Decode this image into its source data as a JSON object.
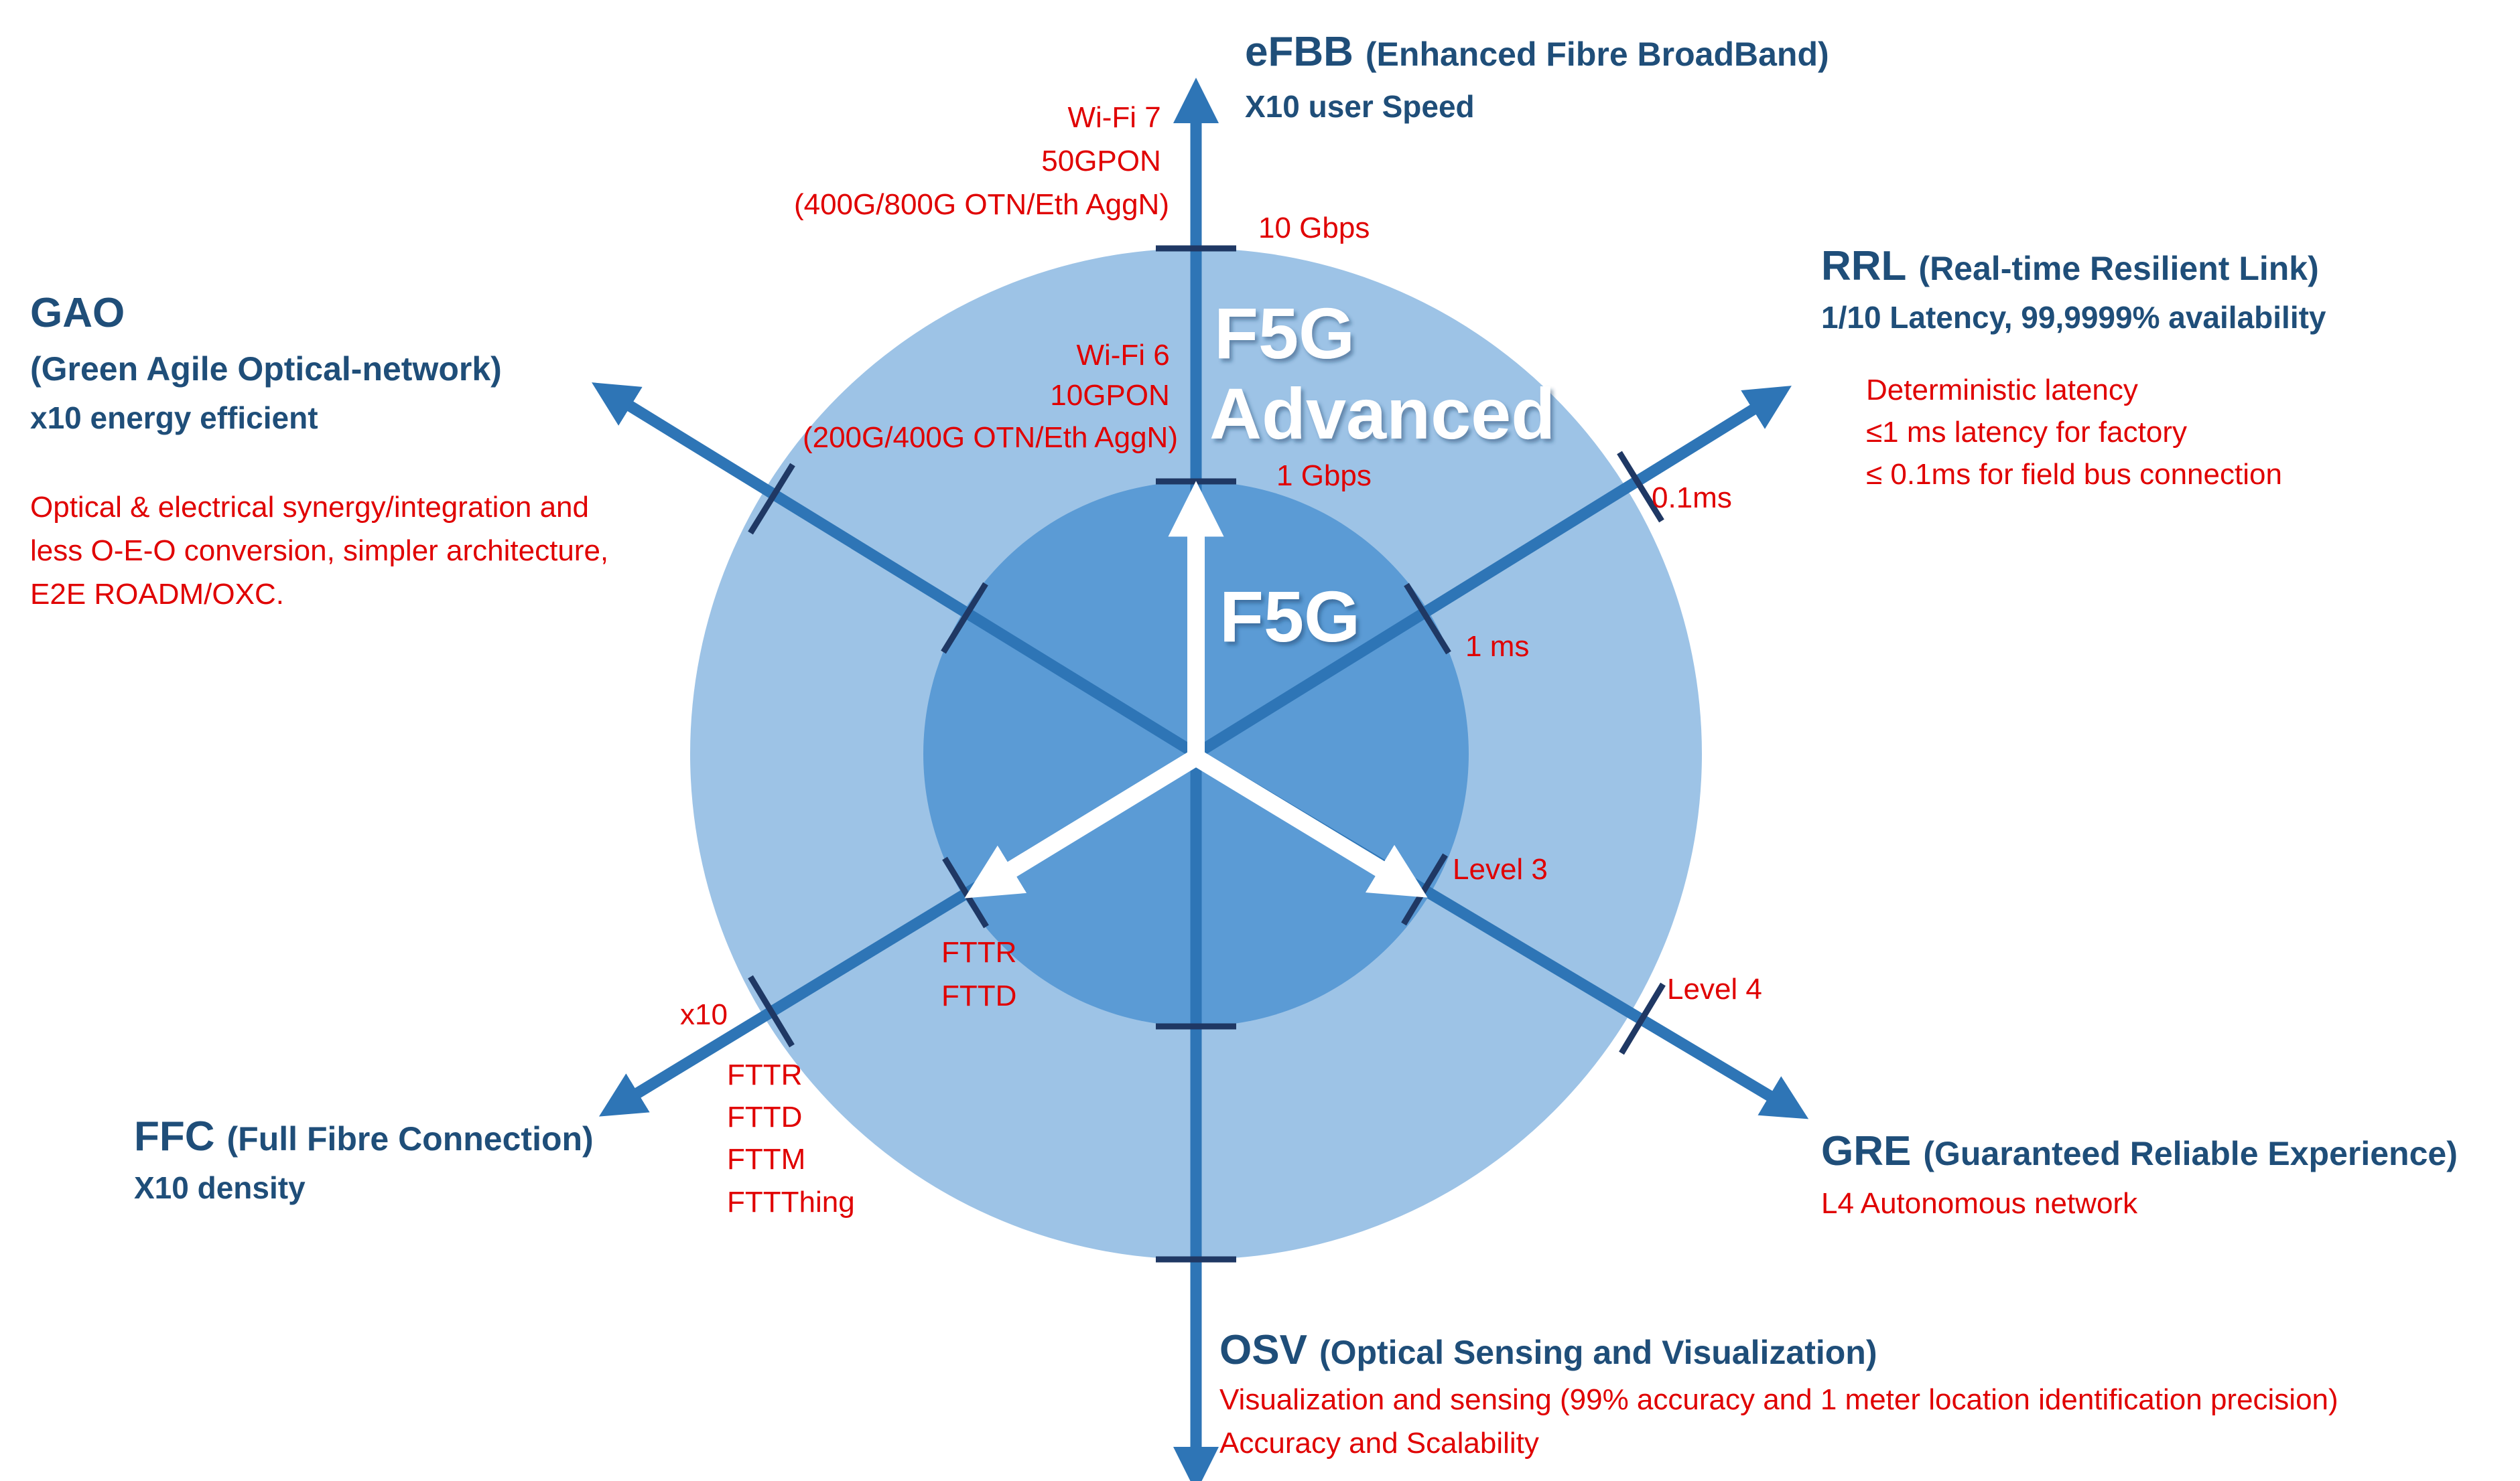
{
  "colors": {
    "outer_ring": "#9dc3e6",
    "inner_circle": "#5b9bd5",
    "axis": "#2e75b6",
    "tick": "#1f3864",
    "heading": "#1f4e79",
    "annotation": "#e00000",
    "center_arrow": "#ffffff"
  },
  "rings": {
    "outer_label": "F5G Advanced",
    "outer_line1": "F5G",
    "outer_line2": "Advanced",
    "inner_label": "F5G"
  },
  "axes": {
    "efbb": {
      "code": "eFBB",
      "name": "(Enhanced Fibre BroadBand)",
      "metric": "X10 user Speed",
      "f5g_items": [
        "Wi-Fi 6",
        "10GPON",
        "(200G/400G OTN/Eth AggN)"
      ],
      "adv_items": [
        "Wi-Fi 7",
        "50GPON",
        "(400G/800G OTN/Eth AggN)"
      ],
      "tick_inner": "1 Gbps",
      "tick_outer": "10 Gbps"
    },
    "rrl": {
      "code": "RRL",
      "name": "(Real-time Resilient Link)",
      "metric": "1/10 Latency, 99,9999% availability",
      "details": [
        "Deterministic latency",
        "≤1 ms latency for factory",
        "≤ 0.1ms for field bus connection"
      ],
      "tick_inner": "1 ms",
      "tick_outer": "0.1ms"
    },
    "gre": {
      "code": "GRE",
      "name": "(Guaranteed Reliable Experience)",
      "metric": "L4 Autonomous network",
      "tick_inner": "Level 3",
      "tick_outer": "Level 4"
    },
    "osv": {
      "code": "OSV",
      "name": "(Optical Sensing and Visualization)",
      "details": [
        "Visualization and sensing (99% accuracy and 1 meter location identification precision)",
        "Accuracy and Scalability"
      ]
    },
    "ffc": {
      "code": "FFC",
      "name": "(Full Fibre Connection)",
      "metric": "X10 density",
      "f5g_items": [
        "FTTR",
        "FTTD"
      ],
      "adv_items": [
        "FTTR",
        "FTTD",
        "FTTM",
        "FTTThing"
      ],
      "tick_outer": "x10"
    },
    "gao": {
      "code": "GAO",
      "name": "(Green Agile Optical-network)",
      "metric_prefix": "x10",
      "metric_rest": " energy efficient",
      "details": [
        "Optical & electrical synergy/integration and",
        "less O-E-O conversion, simpler architecture,",
        "E2E ROADM/OXC."
      ]
    }
  }
}
